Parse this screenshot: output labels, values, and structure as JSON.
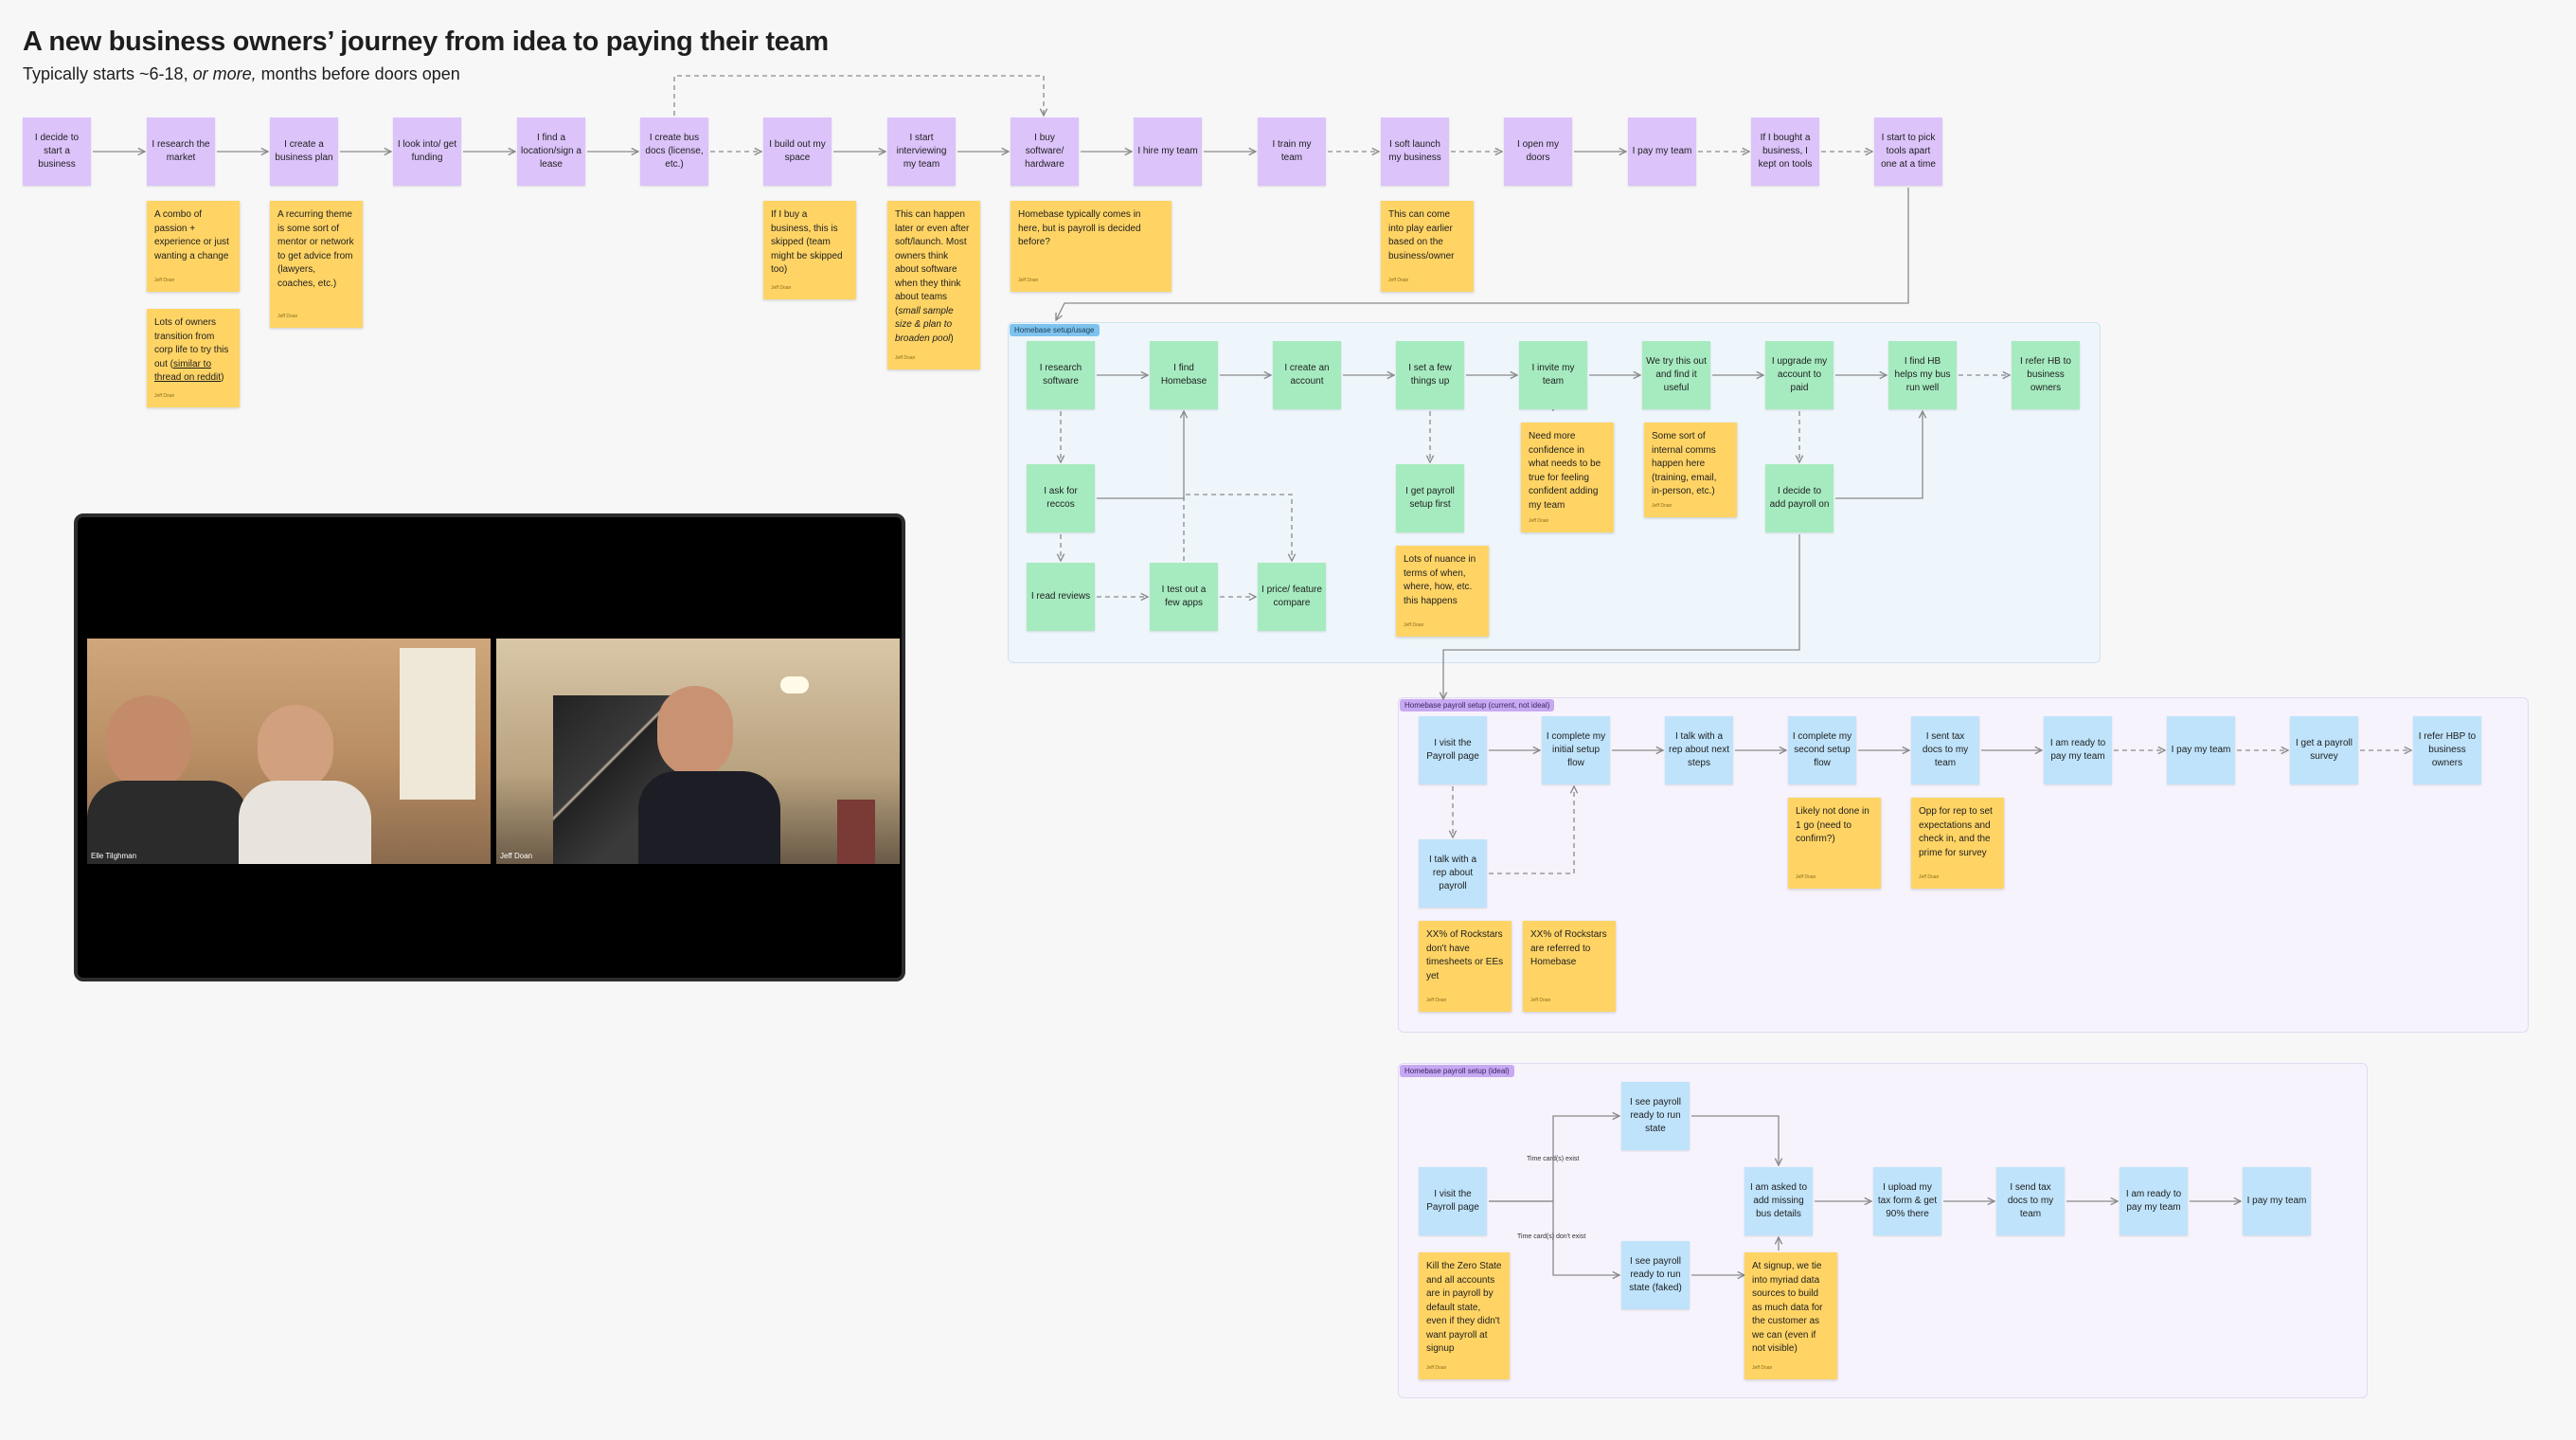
{
  "header": {
    "title": "A new business owners’ journey from idea to paying their team",
    "subtitle_pre": "Typically starts ~6-18, ",
    "subtitle_em": "or more,",
    "subtitle_post": " months before doors open"
  },
  "frames": {
    "usage": "Homebase setup/usage",
    "current": "Homebase payroll setup (current, not ideal)",
    "ideal": "Homebase payroll setup (ideal)"
  },
  "main_steps": [
    "I decide to start a business",
    "I research the market",
    "I create a business plan",
    "I look into/ get funding",
    "I find a location/sign a lease",
    "I create bus docs (license, etc.)",
    "I build out my space",
    "I start interviewing my team",
    "I buy software/ hardware",
    "I hire my team",
    "I train my team",
    "I soft launch my business",
    "I open my doors",
    "I pay my team",
    "If I bought a business, I kept on tools",
    "I start to pick tools apart one at a time"
  ],
  "main_stickies": {
    "s1": "A combo of passion + experience or just wanting a change",
    "s2_pre": "Lots of owners transition from corp life to try this out (",
    "s2_link": "similar to thread on reddit",
    "s2_post": ")",
    "s3": "A recurring theme is some sort of mentor or network to get advice from (lawyers, coaches, etc.)",
    "s4": "If I buy a business, this is skipped (team might be skipped too)",
    "s5_pre": "This can happen later or even after soft/launch. Most owners think about software when they think about teams (",
    "s5_em": "small sample size & plan to broaden pool",
    "s5_post": ")",
    "s6": "Homebase typically comes in here, but is payroll is decided before?",
    "s7": "This can come into play earlier based on the business/owner"
  },
  "usage_steps": {
    "g1": "I research software",
    "g2": "I find Homebase",
    "g3": "I create an account",
    "g4": "I set a few things up",
    "g5": "I invite my team",
    "g6": "We try this out and find it useful",
    "g7": "I upgrade my account to paid",
    "g8": "I find HB helps my bus run well",
    "g9": "I refer HB to business owners",
    "g10": "I ask for reccos",
    "g11": "I read reviews",
    "g12": "I test out a few apps",
    "g13": "I price/ feature compare",
    "g14": "I get payroll setup first",
    "g15": "I decide to add payroll on"
  },
  "usage_stickies": {
    "u1": "Need more confidence in what needs to be true for feeling confident adding my team",
    "u2": "Some sort of internal comms happen here (training, email, in-person, etc.)",
    "u3": "Lots of nuance in terms of when, where, how, etc. this happens"
  },
  "current_steps": {
    "b1": "I visit the Payroll page",
    "b2": "I complete my initial setup flow",
    "b3": "I talk with a rep about next steps",
    "b4": "I complete my second setup flow",
    "b5": "I sent tax docs to my team",
    "b6": "I am ready to pay my team",
    "b7": "I pay my team",
    "b8": "I get a payroll survey",
    "b9": "I refer HBP to business owners",
    "b10": "I talk with a rep about payroll"
  },
  "current_stickies": {
    "c1": "Likely not done in 1 go (need to confirm?)",
    "c2": "Opp for rep to set expectations and check in, and the prime for survey",
    "c3": "XX% of Rockstars don't have timesheets or EEs yet",
    "c4": "XX% of Rockstars are referred to Homebase"
  },
  "ideal_steps": {
    "i1": "I visit the Payroll page",
    "i2": "I see payroll ready to run state",
    "i3": "I see payroll ready to run state (faked)",
    "i4": "I am asked to add missing bus details",
    "i5": "I upload my tax form & get 90% there",
    "i6": "I send tax docs to my team",
    "i7": "I am ready to pay my team",
    "i8": "I pay my team"
  },
  "ideal_stickies": {
    "d1": "Kill the Zero State and all accounts are in payroll by default state, even if they didn't want payroll at signup",
    "d2": "At signup, we tie into myriad data sources to build as much data for the customer as we can (even if not visible)"
  },
  "edge_labels": {
    "exist": "Time card(s) exist",
    "notexist": "Time card(s) don't exist"
  },
  "sticky_author": "Jeff Doan",
  "video": {
    "p1": "Elle Tilghman",
    "p2": "Jeff Doan"
  },
  "colors": {
    "purple_node": "#dcc3fa",
    "green_node": "#a6ebc0",
    "blue_node": "#bfe3fb",
    "sticky": "#ffd465",
    "usage_frame": "#eef6fb",
    "payroll_frame": "#f6f3fc"
  }
}
